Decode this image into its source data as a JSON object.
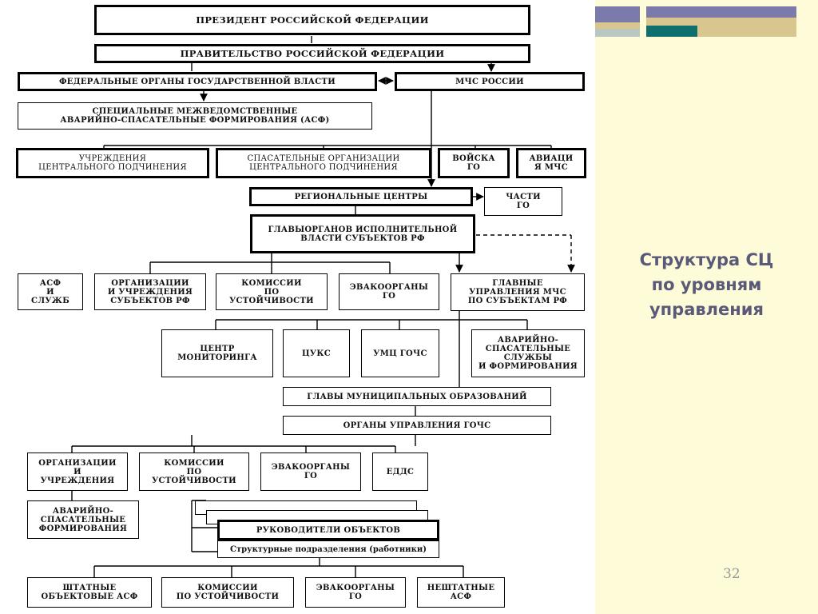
{
  "slide_title": "Структура СЦ\nпо уровням\nуправления",
  "page_number": "32",
  "colors": {
    "sidebar_bg": "#fefbd9",
    "title": "#5a5a78",
    "deco_purple": "#7c7aaa",
    "deco_teal": "#0f6f6c",
    "deco_tan": "#d9c58e"
  },
  "nodes": {
    "president": "ПРЕЗИДЕНТ РОССИЙСКОЙ ФЕДЕРАЦИИ",
    "government": "ПРАВИТЕЛЬСТВО РОССИЙСКОЙ ФЕДЕРАЦИИ",
    "federal_organs": "ФЕДЕРАЛЬНЫЕ ОРГАНЫ ГОСУДАРСТВЕННОЙ ВЛАСТИ",
    "mchs": "МЧС РОССИИ",
    "special_asf": "СПЕЦИАЛЬНЫЕ МЕЖВЕДОМСТВЕННЫЕ\nАВАРИЙНО-СПАСАТЕЛЬНЫЕ ФОРМИРОВАНИЯ (АСФ)",
    "central_institutions": "УЧРЕЖДЕНИЯ\nЦЕНТРАЛЬНОГО ПОДЧИНЕНИЯ",
    "rescue_orgs": "СПАСАТЕЛЬНЫЕ ОРГАНИЗАЦИИ\nЦЕНТРАЛЬНОГО ПОДЧИНЕНИЯ",
    "go_troops": "ВОЙСКА\nГО",
    "aviation": "АВИАЦИ\nЯ МЧС",
    "regional_centers": "РЕГИОНАЛЬНЫЕ ЦЕНТРЫ",
    "go_units": "ЧАСТИ\nГО",
    "exec_heads": "ГЛАВЫОРГАНОВ ИСПОЛНИТЕЛЬНОЙ\nВЛАСТИ СУБЪЕКТОВ РФ",
    "asf_services": "АСФ\nИ\nСЛУЖБ",
    "subject_orgs": "ОРГАНИЗАЦИИ\nИ УЧРЕЖДЕНИЯ\nСУБЪЕКТОВ РФ",
    "stability_commissions": "КОМИССИИ\nПО\nУСТОЙЧИВОСТИ",
    "evac_organs": "ЭВАКООРГАНЫ\nГО",
    "main_directorates": "ГЛАВНЫЕ\nУПРАВЛЕНИЯ МЧС\nПО СУБЪЕКТАМ РФ",
    "monitoring_center": "ЦЕНТР\nМОНИТОРИНГА",
    "tsuks": "ЦУКС",
    "umts": "УМЦ ГОЧС",
    "rescue_services": "АВАРИЙНО-\nСПАСАТЕЛЬНЫЕ\nСЛУЖБЫ\nИ ФОРМИРОВАНИЯ",
    "municipal_heads": "ГЛАВЫ МУНИЦИПАЛЬНЫХ ОБРАЗОВАНИЙ",
    "gochs_organs": "ОРГАНЫ УПРАВЛЕНИЯ ГОЧС",
    "orgs_institutions": "ОРГАНИЗАЦИИ\nИ\nУЧРЕЖДЕНИЯ",
    "stability_commissions_2": "КОМИССИИ\nПО\nУСТОЙЧИВОСТИ",
    "evac_organs_2": "ЭВАКООРГАНЫ\nГО",
    "edds": "ЕДДС",
    "rescue_formations": "АВАРИЙНО-\nСПАСАТЕЛЬНЫЕ\nФОРМИРОВАНИЯ",
    "object_heads": "РУКОВОДИТЕЛИ ОБЪЕКТОВ",
    "structural_units": "Структурные подразделения (работники)",
    "staff_asf": "ШТАТНЫЕ\nОБЪЕКТОВЫЕ АСФ",
    "object_commissions": "КОМИССИИ\nПО УСТОЙЧИВОСТИ",
    "evac_organs_3": "ЭВАКООРГАНЫ\nГО",
    "nonstaff_asf": "НЕШТАТНЫЕ\nАСФ"
  }
}
